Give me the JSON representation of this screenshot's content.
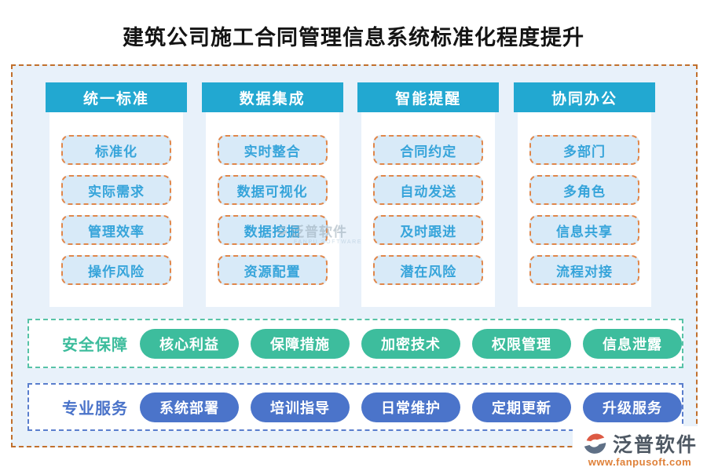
{
  "title": "建筑公司施工合同管理信息系统标准化程度提升",
  "columns": [
    {
      "header": "统一标准",
      "items": [
        "标准化",
        "实际需求",
        "管理效率",
        "操作风险"
      ]
    },
    {
      "header": "数据集成",
      "items": [
        "实时整合",
        "数据可视化",
        "数据挖掘",
        "资源配置"
      ]
    },
    {
      "header": "智能提醒",
      "items": [
        "合同约定",
        "自动发送",
        "及时跟进",
        "潜在风险"
      ]
    },
    {
      "header": "协同办公",
      "items": [
        "多部门",
        "多角色",
        "信息共享",
        "流程对接"
      ]
    }
  ],
  "bands": [
    {
      "label": "安全保障",
      "pills": [
        "核心利益",
        "保障措施",
        "加密技术",
        "权限管理",
        "信息泄露"
      ]
    },
    {
      "label": "专业服务",
      "pills": [
        "系统部署",
        "培训指导",
        "日常维护",
        "定期更新",
        "升级服务"
      ]
    }
  ],
  "watermark": {
    "name": "泛普软件",
    "subtext": "FANPU SOFTWARE"
  },
  "footer": {
    "brand": "泛普软件",
    "url": "www.fanpusoft.com"
  },
  "colors": {
    "header_teal": "#22a8d1",
    "feature_text": "#36a4da",
    "feature_border": "#e0874b",
    "frame_border": "#c1702d",
    "frame_bg": "#e8f1fa",
    "green": "#3dbd9d",
    "blue": "#4b74ca",
    "footer_url_orange": "#df8038"
  }
}
